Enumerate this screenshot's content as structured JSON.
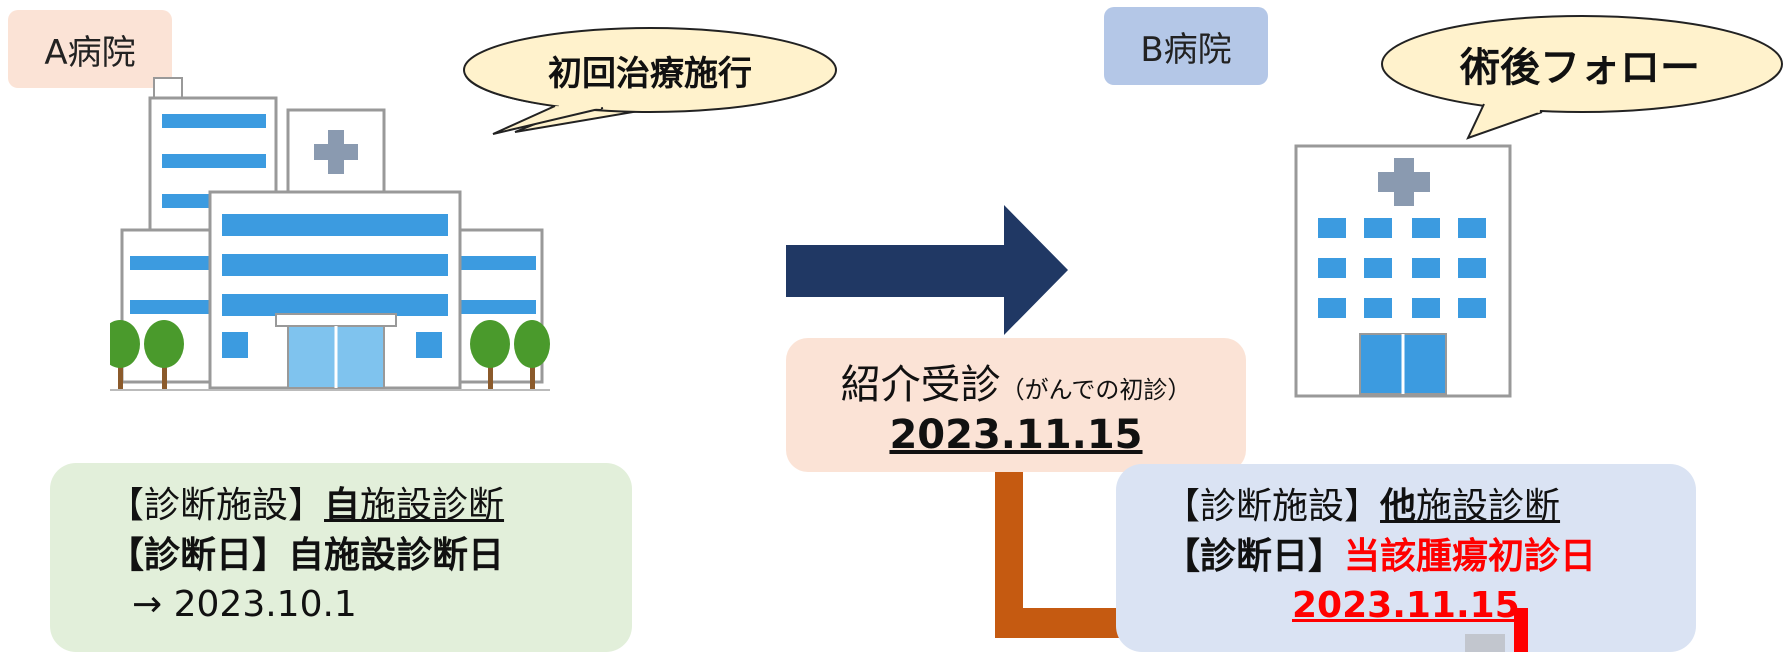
{
  "hospital_a": {
    "label": "A病院",
    "bubble": "初回治療施行",
    "facility_prefix": "【診断施設】",
    "facility_bold": "自",
    "facility_rest": "施設診断",
    "date_label": "【診断日】自施設診断日",
    "date_value": "→ 2023.10.1"
  },
  "hospital_b": {
    "label": "B病院",
    "bubble": "術後フォロー",
    "facility_prefix": "【診断施設】",
    "facility_bold": "他",
    "facility_rest": "施設診断",
    "date_label_prefix": "【診断日】",
    "date_label_red": "当該腫瘍初診日",
    "date_value": "2023.11.15"
  },
  "referral": {
    "label": "紹介受診",
    "note": "（がんでの初診）",
    "date": "2023.11.15"
  },
  "colors": {
    "transfer_arrow": "#203864",
    "flow_arrow": "#c55a11",
    "highlight": "#ff0000"
  },
  "icons": [
    "hospital-a-building-icon",
    "hospital-b-building-icon",
    "exclamation-icon"
  ]
}
